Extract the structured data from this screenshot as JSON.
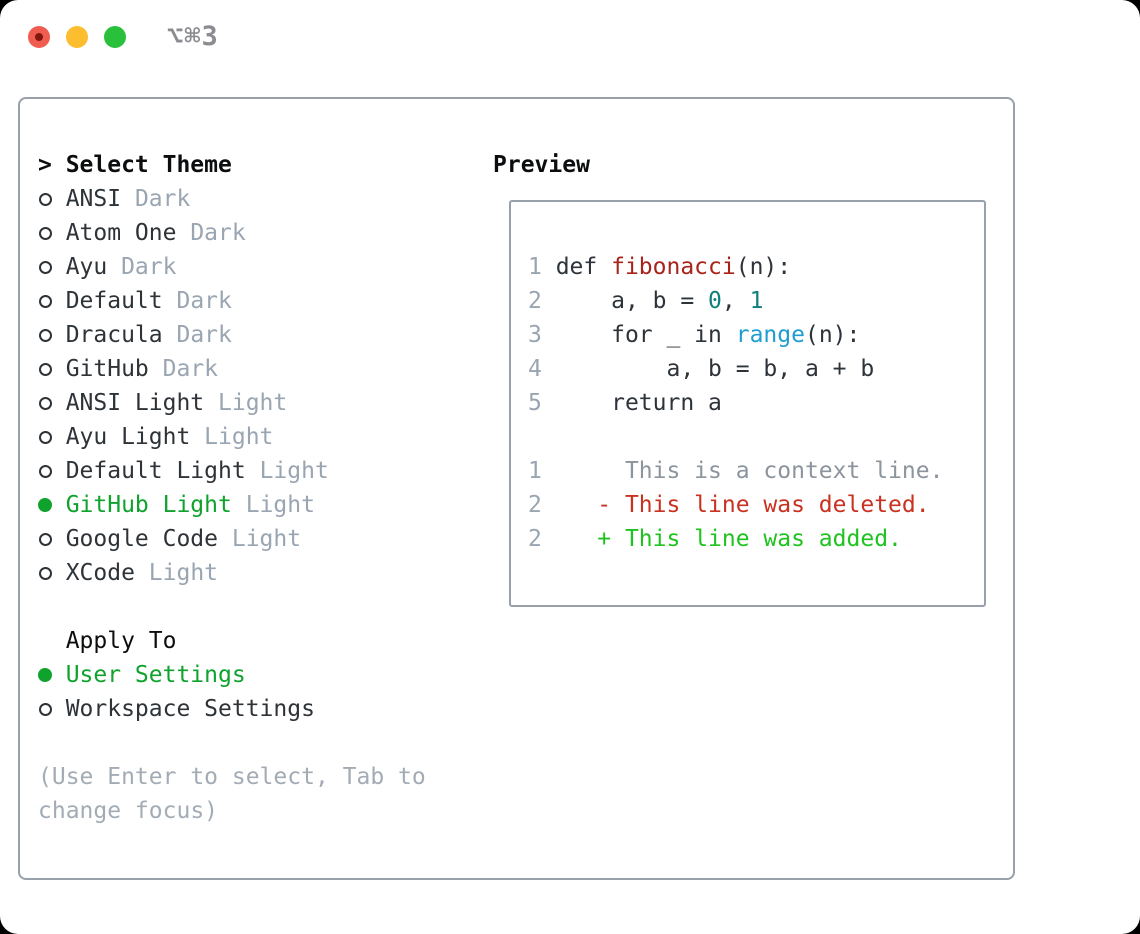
{
  "titlebar": {
    "title": "⌥⌘3"
  },
  "colors": {
    "light_red": "#f15c51",
    "light_red_dot": "#821710",
    "light_yellow": "#fcbd2f",
    "light_green": "#2bc03c",
    "title_gray": "#8a8c90",
    "border_gray": "#98a0aa",
    "heading_black": "#0b0d0e",
    "body_text": "#2e3338",
    "variant_muted": "#9aa5b2",
    "hint_gray": "#a3abb5",
    "accent_green": "#0fa32e",
    "line_number": "#9aa5b2",
    "code_text": "#2d3339",
    "func_red": "#a8241a",
    "num_teal": "#0e7f7c",
    "builtin_blue": "#1f9dd1",
    "context_gray": "#8c949d",
    "diff_red": "#c93120",
    "diff_green": "#1fc31f"
  },
  "theme_picker": {
    "cursor": ">",
    "heading": "Select Theme",
    "items": [
      {
        "name": "ANSI",
        "variant": "Dark",
        "selected": false
      },
      {
        "name": "Atom One",
        "variant": "Dark",
        "selected": false
      },
      {
        "name": "Ayu",
        "variant": "Dark",
        "selected": false
      },
      {
        "name": "Default",
        "variant": "Dark",
        "selected": false
      },
      {
        "name": "Dracula",
        "variant": "Dark",
        "selected": false
      },
      {
        "name": "GitHub",
        "variant": "Dark",
        "selected": false
      },
      {
        "name": "ANSI Light",
        "variant": "Light",
        "selected": false
      },
      {
        "name": "Ayu Light",
        "variant": "Light",
        "selected": false
      },
      {
        "name": "Default Light",
        "variant": "Light",
        "selected": false
      },
      {
        "name": "GitHub Light",
        "variant": "Light",
        "selected": true
      },
      {
        "name": "Google Code",
        "variant": "Light",
        "selected": false
      },
      {
        "name": "XCode",
        "variant": "Light",
        "selected": false
      }
    ]
  },
  "apply_to": {
    "heading": "Apply To",
    "options": [
      {
        "label": "User Settings",
        "selected": true
      },
      {
        "label": "Workspace Settings",
        "selected": false
      }
    ]
  },
  "hint": "(Use Enter to select, Tab to change focus)",
  "preview": {
    "heading": "Preview",
    "code_lines": [
      {
        "num": "1",
        "segments": [
          {
            "text": "def ",
            "color": "code_text"
          },
          {
            "text": "fibonacci",
            "color": "func_red"
          },
          {
            "text": "(n):",
            "color": "code_text"
          }
        ]
      },
      {
        "num": "2",
        "segments": [
          {
            "text": "    a, b = ",
            "color": "code_text"
          },
          {
            "text": "0",
            "color": "num_teal"
          },
          {
            "text": ", ",
            "color": "code_text"
          },
          {
            "text": "1",
            "color": "num_teal"
          }
        ]
      },
      {
        "num": "3",
        "segments": [
          {
            "text": "    for _ in ",
            "color": "code_text"
          },
          {
            "text": "range",
            "color": "builtin_blue"
          },
          {
            "text": "(n):",
            "color": "code_text"
          }
        ]
      },
      {
        "num": "4",
        "segments": [
          {
            "text": "        a, b = b, a + b",
            "color": "code_text"
          }
        ]
      },
      {
        "num": "5",
        "segments": [
          {
            "text": "    return a",
            "color": "code_text"
          }
        ]
      },
      {
        "num": "",
        "segments": []
      },
      {
        "num": "1",
        "segments": [
          {
            "text": "     This is a context line.",
            "color": "context_gray"
          }
        ]
      },
      {
        "num": "2",
        "segments": [
          {
            "text": "   - This line was deleted.",
            "color": "diff_red"
          }
        ]
      },
      {
        "num": "2",
        "segments": [
          {
            "text": "   + This line was added.",
            "color": "diff_green"
          }
        ]
      }
    ]
  }
}
